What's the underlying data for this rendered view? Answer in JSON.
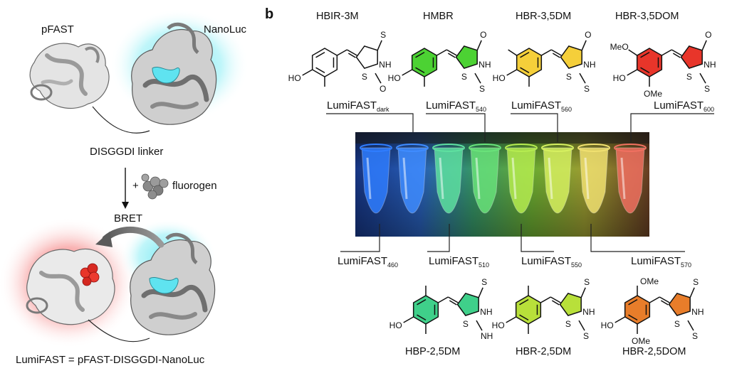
{
  "panel_b_letter": "b",
  "panel_a": {
    "pfast_label": "pFAST",
    "nanoluc_label": "NanoLuc",
    "linker_label": "DISGGDI linker",
    "plus_sign": "+",
    "fluorogen_label": "fluorogen",
    "bret_label": "BRET",
    "equation": "LumiFAST = pFAST-DISGGDI-NanoLuc"
  },
  "top_compounds": [
    {
      "name": "HBIR-3M",
      "ring_color": "#ffffff",
      "ring5_color": "#ffffff",
      "ex_atom": "S",
      "sub_top": "",
      "sub_bot": "CH3"
    },
    {
      "name": "HMBR",
      "ring_color": "#4cd233",
      "ring5_color": "#4cd233",
      "ex_atom": "O",
      "sub_top": "",
      "sub_bot": "CH3"
    },
    {
      "name": "HBR-3,5DM",
      "ring_color": "#f5cf3a",
      "ring5_color": "#f5cf3a",
      "ex_atom": "O",
      "sub_top": "CH3",
      "sub_bot": "CH3"
    },
    {
      "name": "HBR-3,5DOM",
      "ring_color": "#e8352a",
      "ring5_color": "#e8352a",
      "ex_atom": "O",
      "sub_top": "MeO",
      "sub_bot": "OMe"
    }
  ],
  "bottom_compounds": [
    {
      "name": "HBP-2,5DM",
      "ring_color": "#3fd08a",
      "ring5_color": "#3fd08a",
      "ex_atom": "NH"
    },
    {
      "name": "HBR-2,5DM",
      "ring_color": "#b8e03a",
      "ring5_color": "#b8e03a",
      "ex_atom": "S"
    },
    {
      "name": "HBR-2,5DOM",
      "ring_color": "#e87d2a",
      "ring5_color": "#e87d2a",
      "ex_atom": "S"
    }
  ],
  "atoms": {
    "ho": "HO",
    "s": "S",
    "o": "O",
    "nh": "NH",
    "meo": "MeO",
    "ome": "OMe"
  },
  "top_labels": [
    {
      "base": "LumiFAST",
      "sub": "dark"
    },
    {
      "base": "LumiFAST",
      "sub": "540"
    },
    {
      "base": "LumiFAST",
      "sub": "560"
    },
    {
      "base": "LumiFAST",
      "sub": "600"
    }
  ],
  "bottom_labels": [
    {
      "base": "LumiFAST",
      "sub": "460"
    },
    {
      "base": "LumiFAST",
      "sub": "510"
    },
    {
      "base": "LumiFAST",
      "sub": "550"
    },
    {
      "base": "LumiFAST",
      "sub": "570"
    }
  ],
  "colors": {
    "nanoluc_glow": "#5fe3f0",
    "pfast_glow": "#f04a4a",
    "fluorogen_ball": "#8a8a8a",
    "tubes": [
      "#2f7dff",
      "#3f8cff",
      "#5ee0a0",
      "#69e27a",
      "#b5ec50",
      "#d6f060",
      "#f0e070",
      "#f07060"
    ]
  }
}
